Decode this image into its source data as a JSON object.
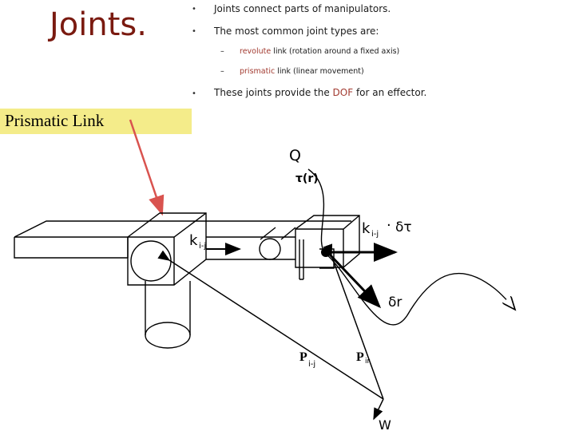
{
  "slide": {
    "title": "Joints.",
    "bullets": [
      {
        "prefix": "",
        "text": "Joints connect parts of manipulators.",
        "suffix": ""
      },
      {
        "prefix": "",
        "text": "The most common joint types are:",
        "suffix": ""
      }
    ],
    "sub_bullets": [
      {
        "dash": "–",
        "hl": "revolute",
        "rest": " link (rotation around a fixed axis)"
      },
      {
        "dash": "–",
        "hl": "prismatic",
        "rest": " link (linear movement)"
      }
    ],
    "last_bullet": {
      "before": "These joints provide the ",
      "hl": "DOF",
      "after": " for an effector."
    },
    "bullet_glyph": "•",
    "callout": "Prismatic Link"
  },
  "diagram": {
    "labels": {
      "q": "Q",
      "tau_r": "τ(r)",
      "k_left": "k",
      "k_left_sub": "i-j",
      "k_right": "k",
      "k_right_sub": "i-j",
      "dot_sym": "·",
      "delta_tau": "δτ",
      "delta_r": "δr",
      "p_left": "P",
      "p_left_sub": "i-j",
      "p_right": "P",
      "p_right_sub": "ir",
      "w": "W"
    }
  },
  "colors": {
    "title": "#7a1a10",
    "highlight": "#a23a30",
    "callout_bg": "#f4ec8a",
    "arrow_red": "#d9534f"
  }
}
